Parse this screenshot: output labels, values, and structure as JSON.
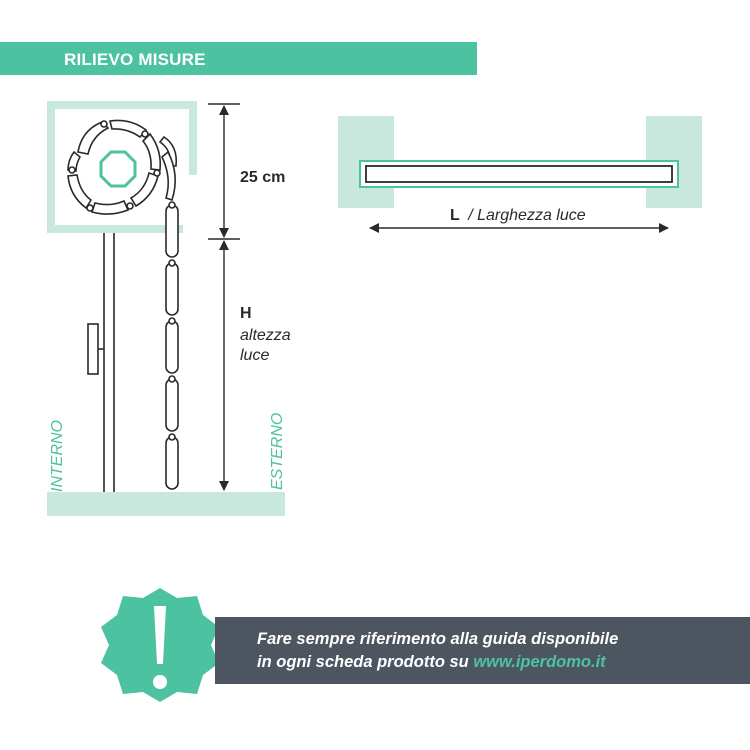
{
  "header": {
    "title": "RILIEVO MISURE"
  },
  "diagram": {
    "box_height_label": "25 cm",
    "height_symbol": "H",
    "height_line1": "altezza",
    "height_line2": "luce",
    "side_inside": "INTERNO",
    "side_outside": "ESTERNO",
    "width_symbol": "L",
    "width_label": "/ Larghezza luce"
  },
  "note": {
    "line1": "Fare sempre riferimento alla guida disponibile",
    "line2_prefix": "in ogni scheda prodotto su ",
    "link": "www.iperdomo.it"
  },
  "colors": {
    "accent": "#4dc2a0",
    "light_green": "#c9e8dd",
    "dark": "#2a2a2a",
    "note_bg": "#4d5560"
  },
  "icons": [
    "exclamation-badge-icon",
    "octagon-axle-icon",
    "roller-shutter-icon"
  ]
}
